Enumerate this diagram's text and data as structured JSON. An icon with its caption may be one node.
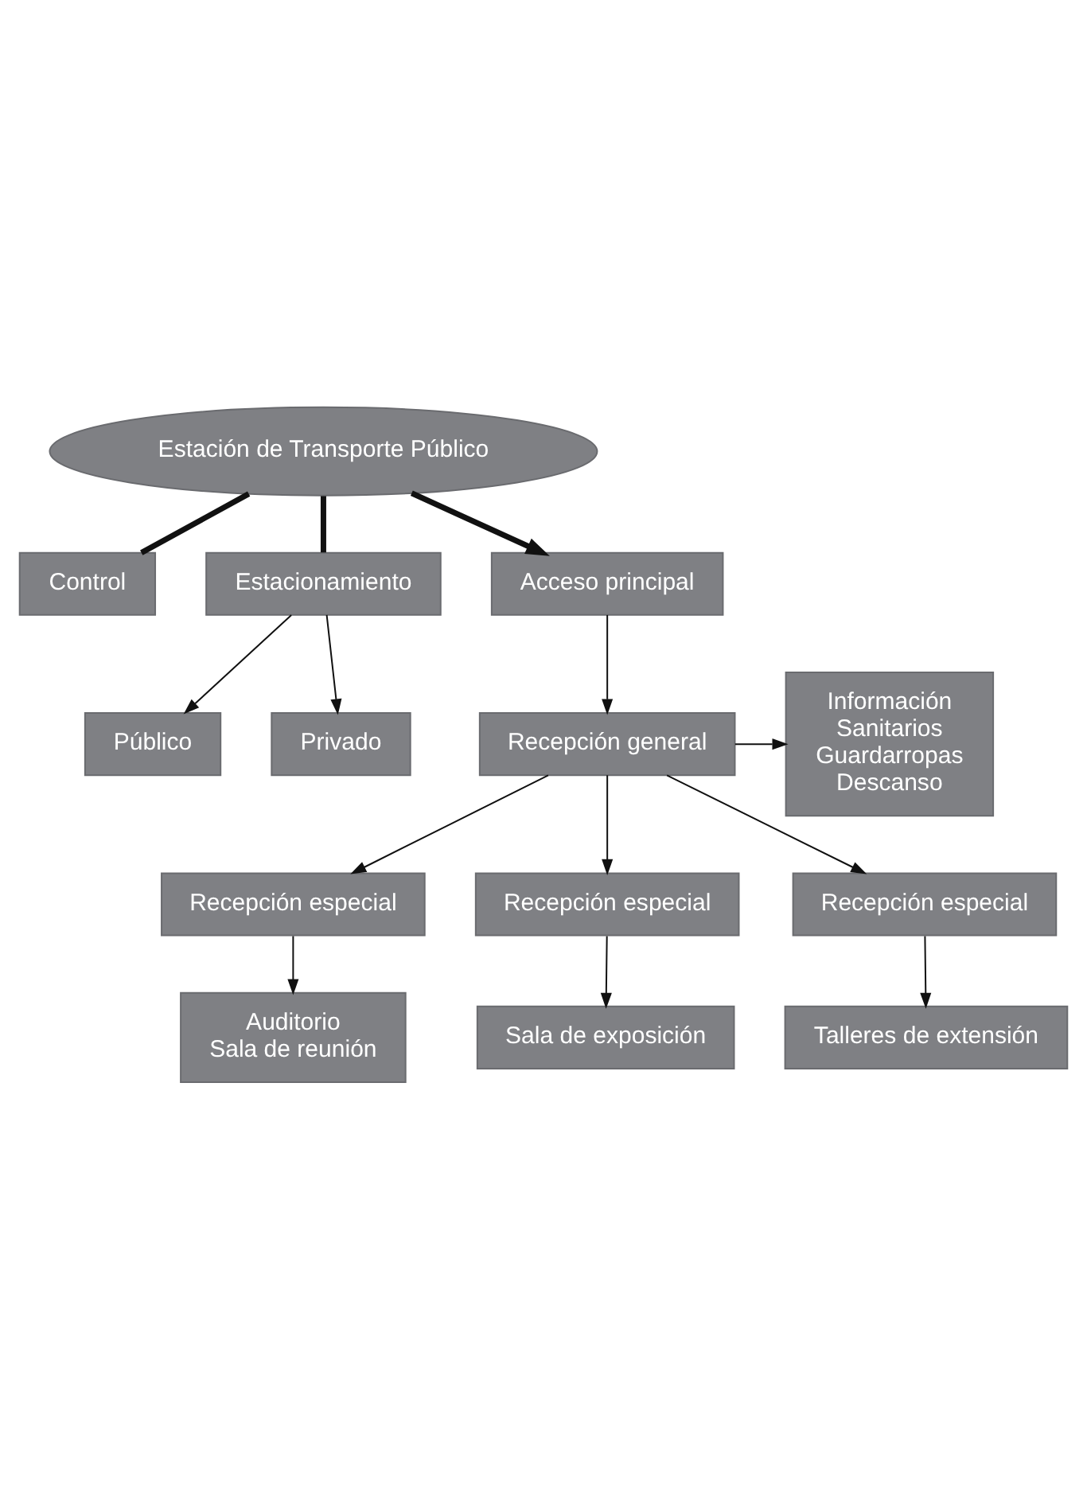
{
  "diagram": {
    "nodes": [
      {
        "text": [
          "Estación de Transporte Público"
        ]
      },
      {
        "text": [
          "Control"
        ]
      },
      {
        "text": [
          "Estacionamiento"
        ]
      },
      {
        "text": [
          "Público"
        ]
      },
      {
        "text": [
          "Privado"
        ]
      },
      {
        "text": [
          "Acceso principal"
        ]
      },
      {
        "text": [
          "Recepción general"
        ]
      },
      {
        "text": [
          "Información",
          "Sanitarios",
          "Guardarropas",
          "Descanso"
        ]
      },
      {
        "text": [
          "Recepción especial"
        ]
      },
      {
        "text": [
          "Recepción especial"
        ]
      },
      {
        "text": [
          "Recepción especial"
        ]
      },
      {
        "text": [
          "Auditorio",
          "Sala de reunión"
        ]
      },
      {
        "text": [
          "Sala de exposición"
        ]
      },
      {
        "text": [
          "Talleres de extensión"
        ]
      }
    ],
    "edges": [
      {
        "from": 0,
        "to": 1,
        "arrow": "none",
        "style": "thick"
      },
      {
        "from": 0,
        "to": 2,
        "arrow": "none",
        "style": "thick"
      },
      {
        "from": 0,
        "to": 5,
        "arrow": "to",
        "style": "thick"
      },
      {
        "from": 2,
        "to": 3,
        "arrow": "to"
      },
      {
        "from": 2,
        "to": 4,
        "arrow": "to"
      },
      {
        "from": 5,
        "to": 6,
        "arrow": "to"
      },
      {
        "from": 6,
        "to": 7,
        "arrow": "to"
      },
      {
        "from": 6,
        "to": 8,
        "arrow": "to"
      },
      {
        "from": 6,
        "to": 9,
        "arrow": "to"
      },
      {
        "from": 6,
        "to": 10,
        "arrow": "to"
      },
      {
        "from": 8,
        "to": 11,
        "arrow": "to"
      },
      {
        "from": 9,
        "to": 12,
        "arrow": "to"
      },
      {
        "from": 10,
        "to": 13,
        "arrow": "to"
      }
    ]
  }
}
